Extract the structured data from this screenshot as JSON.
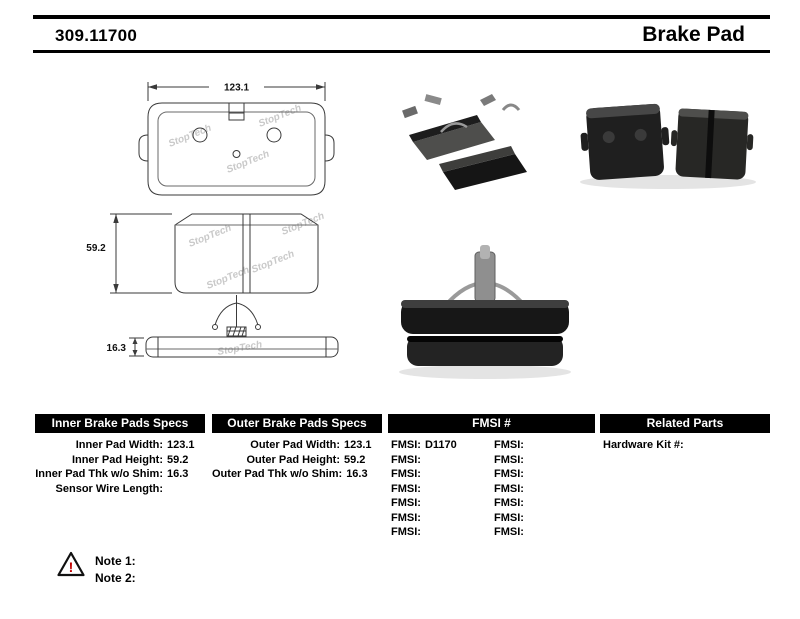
{
  "header": {
    "part_number": "309.11700",
    "product_type": "Brake Pad"
  },
  "drawing": {
    "watermark": "StopTech",
    "dim_width": "123.1",
    "dim_height": "59.2",
    "dim_thickness": "16.3"
  },
  "tables": {
    "inner": {
      "title": "Inner Brake Pads Specs",
      "rows": [
        {
          "label": "Inner Pad Width:",
          "value": "123.1"
        },
        {
          "label": "Inner Pad Height:",
          "value": "59.2"
        },
        {
          "label": "Inner Pad Thk w/o Shim:",
          "value": "16.3"
        },
        {
          "label": "Sensor Wire Length:",
          "value": ""
        }
      ]
    },
    "outer": {
      "title": "Outer Brake Pads Specs",
      "rows": [
        {
          "label": "Outer Pad Width:",
          "value": "123.1"
        },
        {
          "label": "Outer Pad Height:",
          "value": "59.2"
        },
        {
          "label": "Outer Pad Thk w/o Shim:",
          "value": "16.3"
        }
      ]
    },
    "fmsi": {
      "title": "FMSI #",
      "col1": [
        {
          "label": "FMSI:",
          "value": "D1170"
        },
        {
          "label": "FMSI:",
          "value": ""
        },
        {
          "label": "FMSI:",
          "value": ""
        },
        {
          "label": "FMSI:",
          "value": ""
        },
        {
          "label": "FMSI:",
          "value": ""
        },
        {
          "label": "FMSI:",
          "value": ""
        },
        {
          "label": "FMSI:",
          "value": ""
        }
      ],
      "col2": [
        {
          "label": "FMSI:",
          "value": ""
        },
        {
          "label": "FMSI:",
          "value": ""
        },
        {
          "label": "FMSI:",
          "value": ""
        },
        {
          "label": "FMSI:",
          "value": ""
        },
        {
          "label": "FMSI:",
          "value": ""
        },
        {
          "label": "FMSI:",
          "value": ""
        },
        {
          "label": "FMSI:",
          "value": ""
        }
      ]
    },
    "related": {
      "title": "Related Parts",
      "rows": [
        {
          "label": "Hardware Kit #:",
          "value": ""
        }
      ]
    }
  },
  "notes": {
    "note1": "Note 1:",
    "note2": "Note 2:"
  }
}
